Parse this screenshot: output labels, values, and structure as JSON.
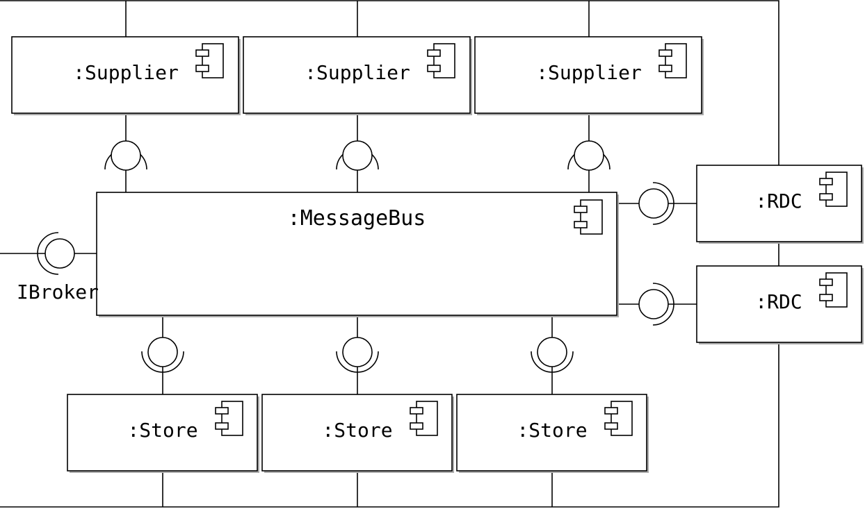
{
  "diagram": {
    "type": "uml-component-diagram",
    "suppliers": [
      {
        "label": ":Supplier",
        "icon": "component-icon"
      },
      {
        "label": ":Supplier",
        "icon": "component-icon"
      },
      {
        "label": ":Supplier",
        "icon": "component-icon"
      }
    ],
    "bus": {
      "label": ":MessageBus",
      "icon": "component-icon"
    },
    "rdcs": [
      {
        "label": ":RDC",
        "icon": "component-icon"
      },
      {
        "label": ":RDC",
        "icon": "component-icon"
      }
    ],
    "stores": [
      {
        "label": ":Store",
        "icon": "component-icon"
      },
      {
        "label": ":Store",
        "icon": "component-icon"
      },
      {
        "label": ":Store",
        "icon": "component-icon"
      }
    ],
    "port": {
      "label": "IBroker"
    }
  }
}
